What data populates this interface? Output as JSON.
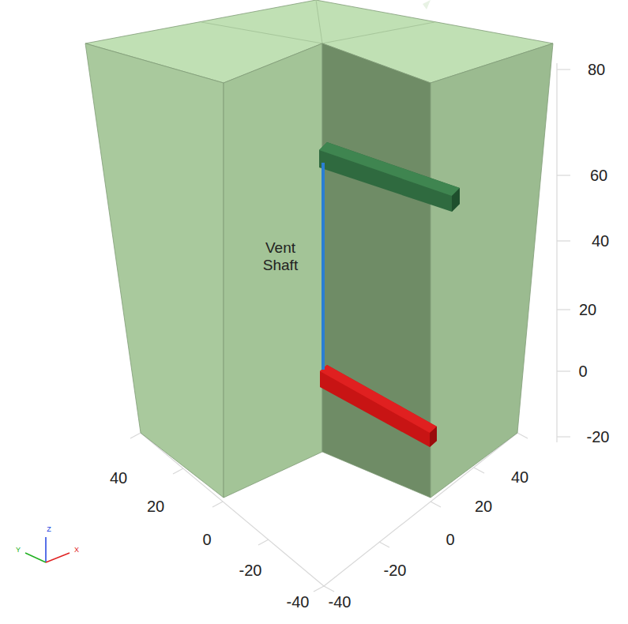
{
  "diagram": {
    "labels": [
      "Vent Shaft",
      "80",
      "60",
      "40",
      "20",
      "0",
      "-20",
      "40",
      "20",
      "0",
      "-20",
      "-40",
      "40",
      "20",
      "0",
      "-20",
      "-40",
      "Z",
      "Y",
      "X"
    ]
  }
}
